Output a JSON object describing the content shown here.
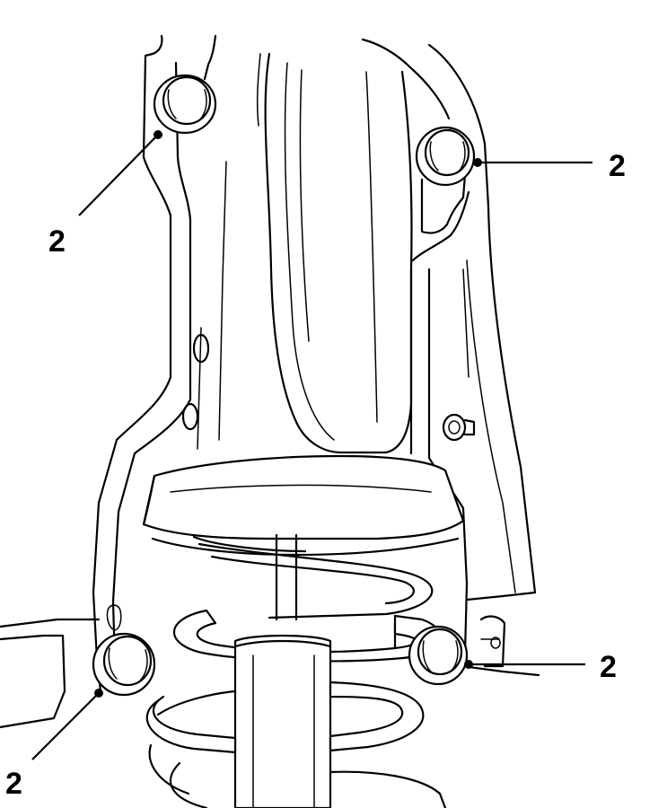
{
  "diagram": {
    "callouts": [
      {
        "id": "bolt-upper-left",
        "label": "2"
      },
      {
        "id": "bolt-upper-right",
        "label": "2"
      },
      {
        "id": "bolt-lower-left",
        "label": "2"
      },
      {
        "id": "bolt-lower-right",
        "label": "2"
      }
    ]
  }
}
